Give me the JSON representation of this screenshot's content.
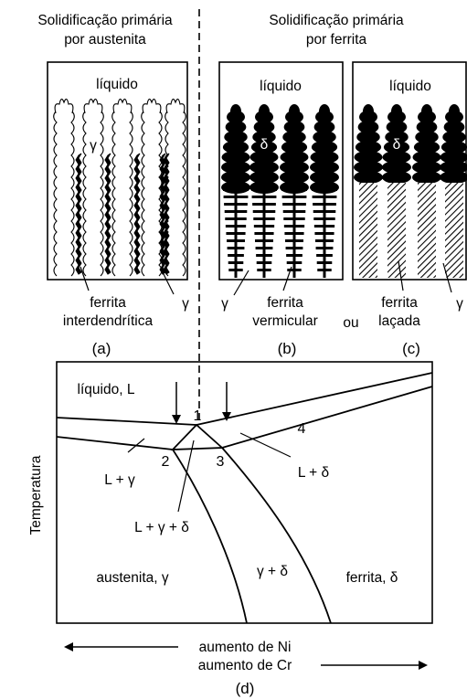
{
  "top": {
    "left_title": [
      "Solidificação primária",
      "por austenita"
    ],
    "right_title": [
      "Solidificação primária",
      "por ferrita"
    ]
  },
  "panels": {
    "a": {
      "liquid": "líquido",
      "gamma": "γ",
      "gamma_right": "γ",
      "caption": [
        "ferrita",
        "interdendrítica"
      ],
      "tag": "(a)"
    },
    "b": {
      "liquid": "líquido",
      "delta": "δ",
      "gamma_left": "γ",
      "caption": [
        "ferrita",
        "vermicular"
      ],
      "tag": "(b)"
    },
    "or_word": "ou",
    "c": {
      "liquid": "líquido",
      "delta": "δ",
      "gamma_right": "γ",
      "caption": [
        "ferrita",
        "laçada"
      ],
      "tag": "(c)"
    }
  },
  "diagram": {
    "y_axis": "Temperatura",
    "regions": {
      "liquid": "líquido, L",
      "l_gamma": "L + γ",
      "l_gamma_delta": "L + γ + δ",
      "l_delta": "L + δ",
      "austenite": "austenita, γ",
      "gamma_delta": "γ + δ",
      "ferrite": "ferrita, δ"
    },
    "points": [
      "1",
      "2",
      "3",
      "4"
    ],
    "x_axis": [
      "aumento de Ni",
      "aumento de Cr"
    ],
    "tag": "(d)"
  }
}
